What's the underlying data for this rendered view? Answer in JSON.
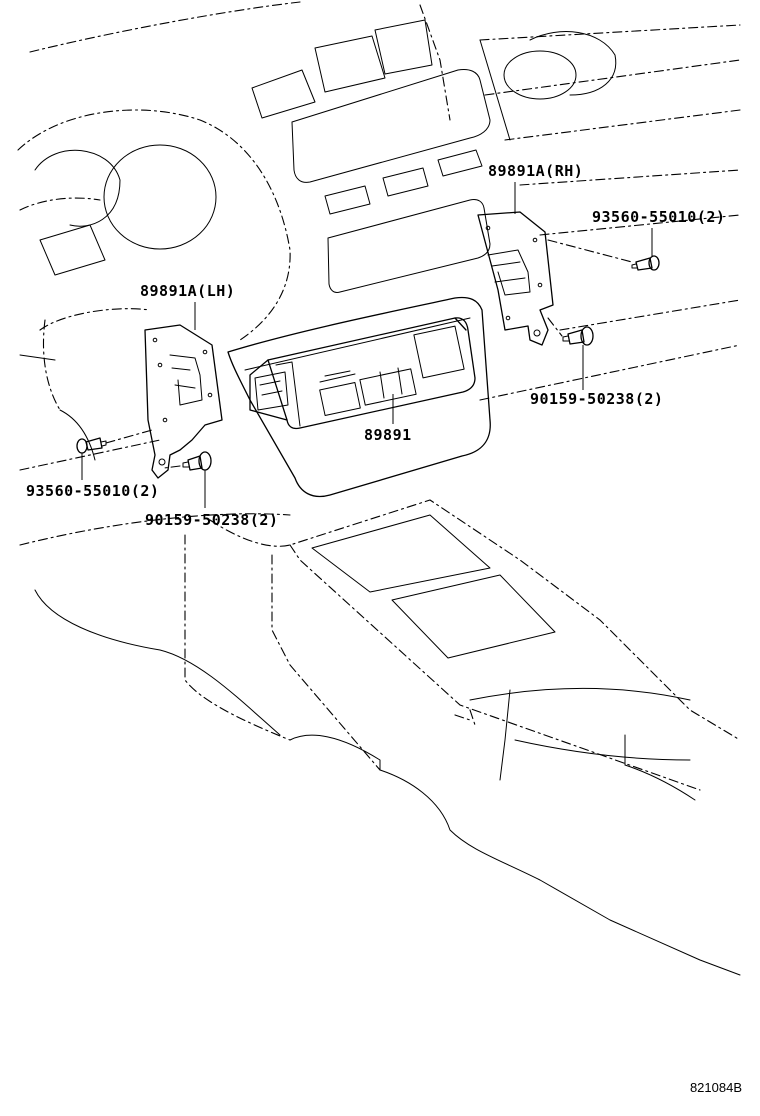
{
  "callouts": {
    "bracket_rh": "89891A(RH)",
    "bracket_lh": "89891A(LH)",
    "screw_rh": "93560-55010(2)",
    "screw_lh": "93560-55010(2)",
    "bolt_rh": "90159-50238(2)",
    "bolt_lh": "90159-50238(2)",
    "control_unit": "89891"
  },
  "footer": {
    "diagram_code": "821084B"
  },
  "colors": {
    "ink": "#000000",
    "background": "#ffffff"
  }
}
